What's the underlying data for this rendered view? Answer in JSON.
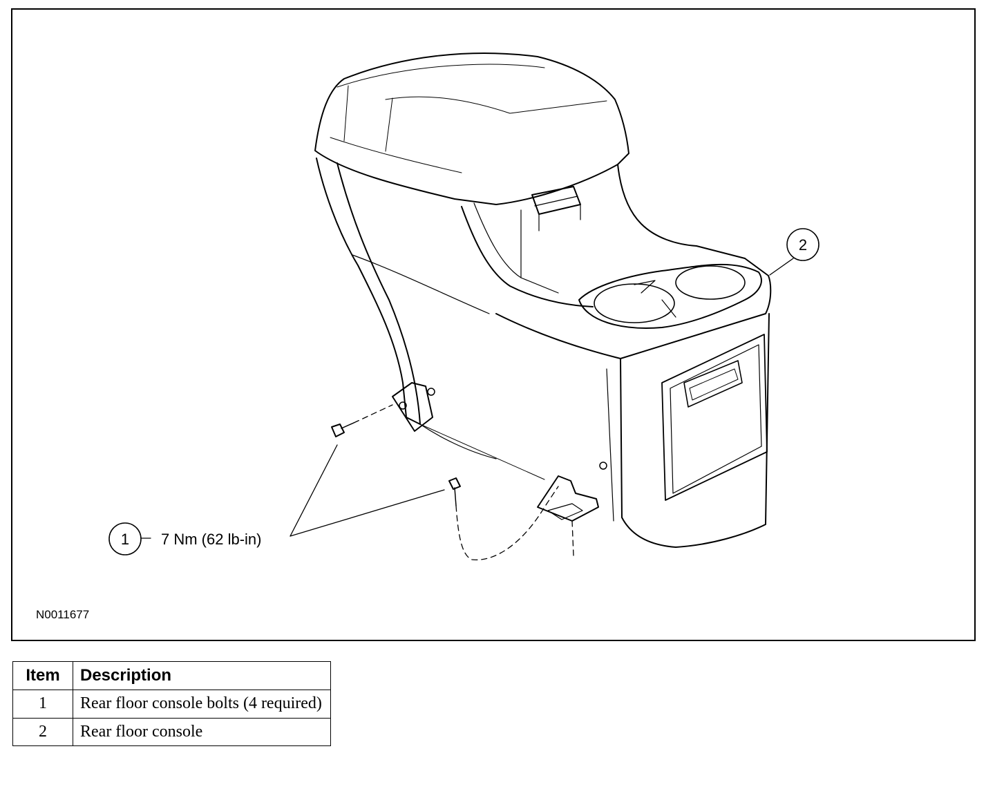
{
  "diagram": {
    "figure_id": "N0011677",
    "callouts": [
      {
        "number": "1",
        "text": "7 Nm (62 lb-in)"
      },
      {
        "number": "2",
        "text": ""
      }
    ]
  },
  "legend": {
    "headers": {
      "item": "Item",
      "description": "Description"
    },
    "rows": [
      {
        "item": "1",
        "description": "Rear floor console bolts (4 required)"
      },
      {
        "item": "2",
        "description": "Rear floor console"
      }
    ]
  }
}
